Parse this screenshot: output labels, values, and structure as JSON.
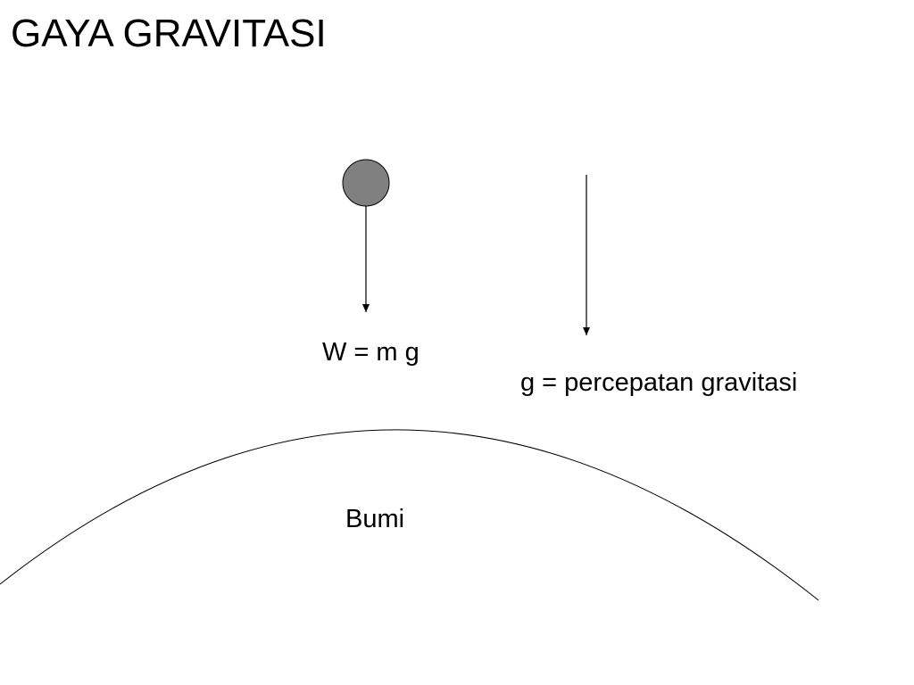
{
  "slide": {
    "title": "GAYA GRAVITASI"
  },
  "diagram": {
    "weight_formula": "W = m g",
    "gravity_definition": "g = percepatan gravitasi",
    "earth_label": "Bumi",
    "ball_color": "#808080",
    "line_color": "#000000"
  }
}
